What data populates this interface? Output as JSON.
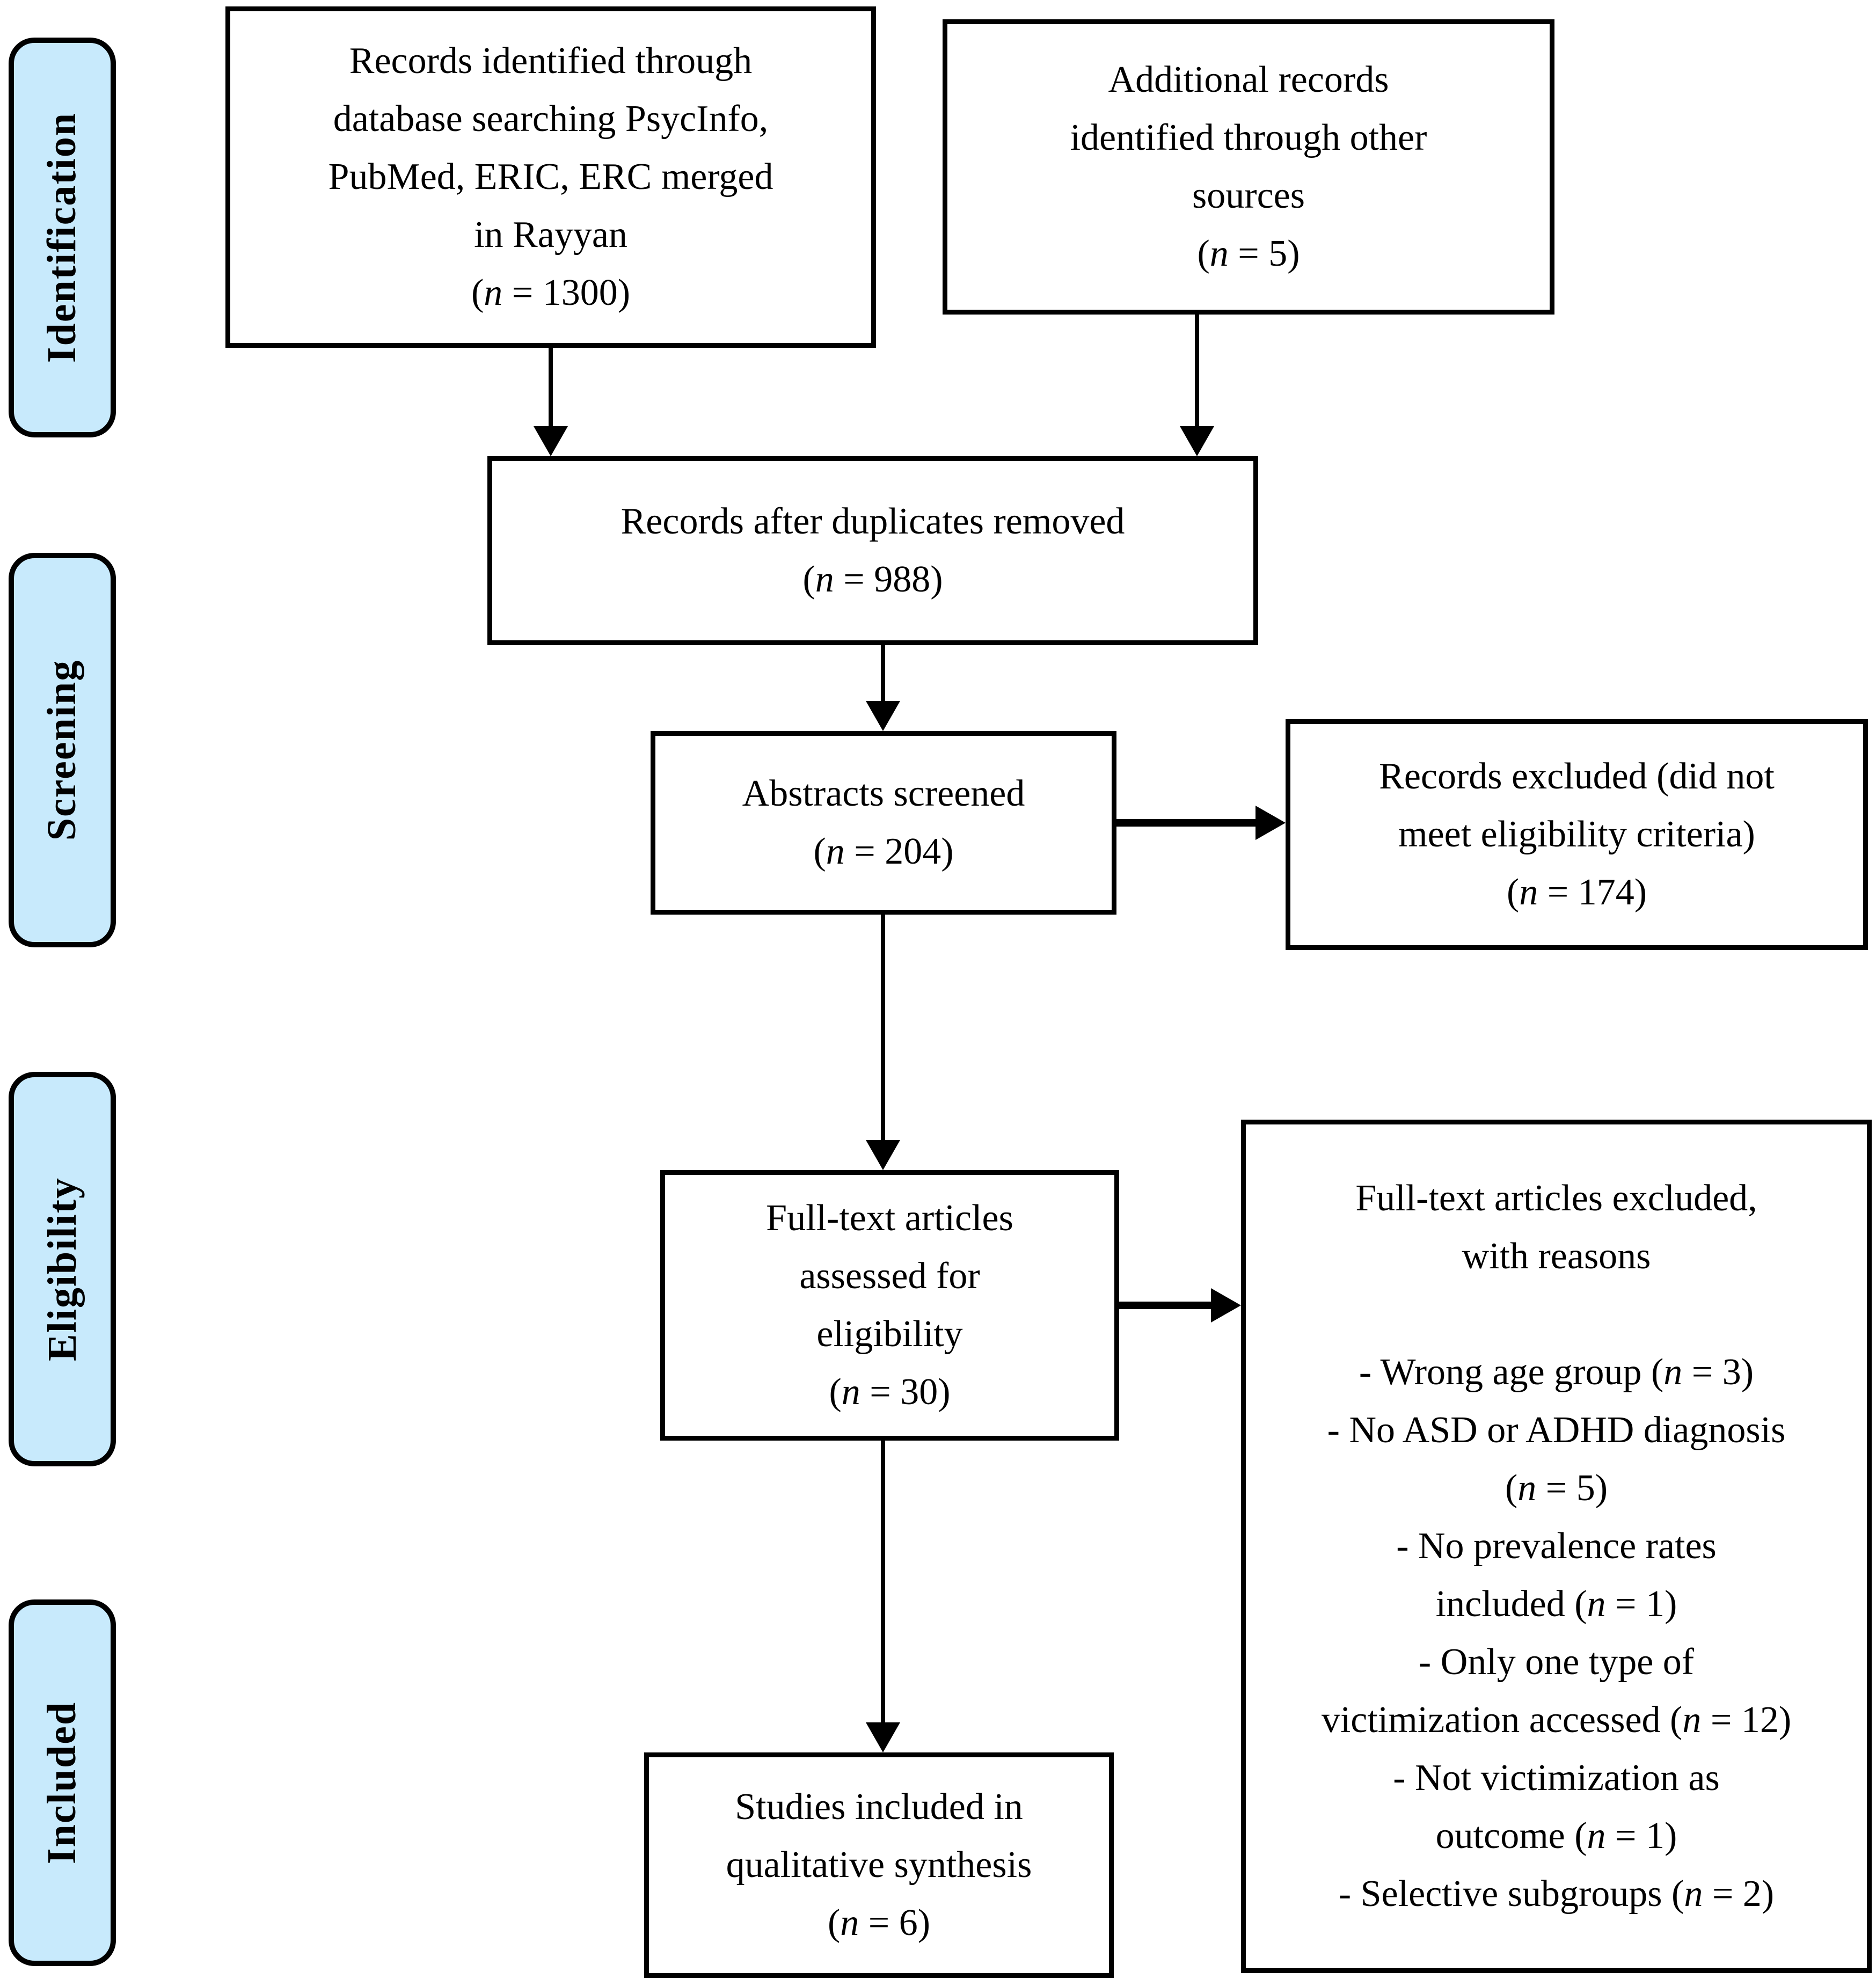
{
  "colors": {
    "stage_fill": "#c8eafc",
    "line_color": "#000000",
    "background": "#ffffff"
  },
  "sidebar": {
    "stages": [
      {
        "label": "Identification"
      },
      {
        "label": "Screening"
      },
      {
        "label": "Eligibility"
      },
      {
        "label": "Included"
      }
    ]
  },
  "boxes": {
    "records_identified": {
      "lines": [
        "Records identified through",
        "database searching PsycInfo,",
        "PubMed, ERIC, ERC merged",
        "in Rayyan",
        "(n = 1300)"
      ]
    },
    "additional_records": {
      "lines": [
        "Additional records",
        "identified through other",
        "sources",
        "(n = 5)"
      ]
    },
    "duplicates_removed": {
      "lines": [
        "Records after duplicates removed",
        "(n = 988)"
      ]
    },
    "abstracts_screened": {
      "lines": [
        "Abstracts screened",
        "(n = 204)"
      ]
    },
    "records_excluded": {
      "lines": [
        "Records excluded (did not",
        "meet eligibility criteria)",
        "(n = 174)"
      ]
    },
    "fulltext_assessed": {
      "lines": [
        "Full-text articles",
        "assessed for",
        "eligibility",
        "(n = 30)"
      ]
    },
    "fulltext_excluded": {
      "lines": [
        "Full-text articles excluded,",
        "with reasons",
        "",
        "- Wrong age group (n = 3)",
        "- No ASD or ADHD diagnosis",
        "(n = 5)",
        "- No prevalence rates",
        "included (n = 1)",
        "- Only one type of",
        "victimization accessed (n = 12)",
        "- Not victimization as",
        "outcome (n = 1)",
        "- Selective subgroups (n = 2)"
      ]
    },
    "studies_included": {
      "lines": [
        "Studies included in",
        "qualitative synthesis",
        "(n = 6)"
      ]
    }
  }
}
